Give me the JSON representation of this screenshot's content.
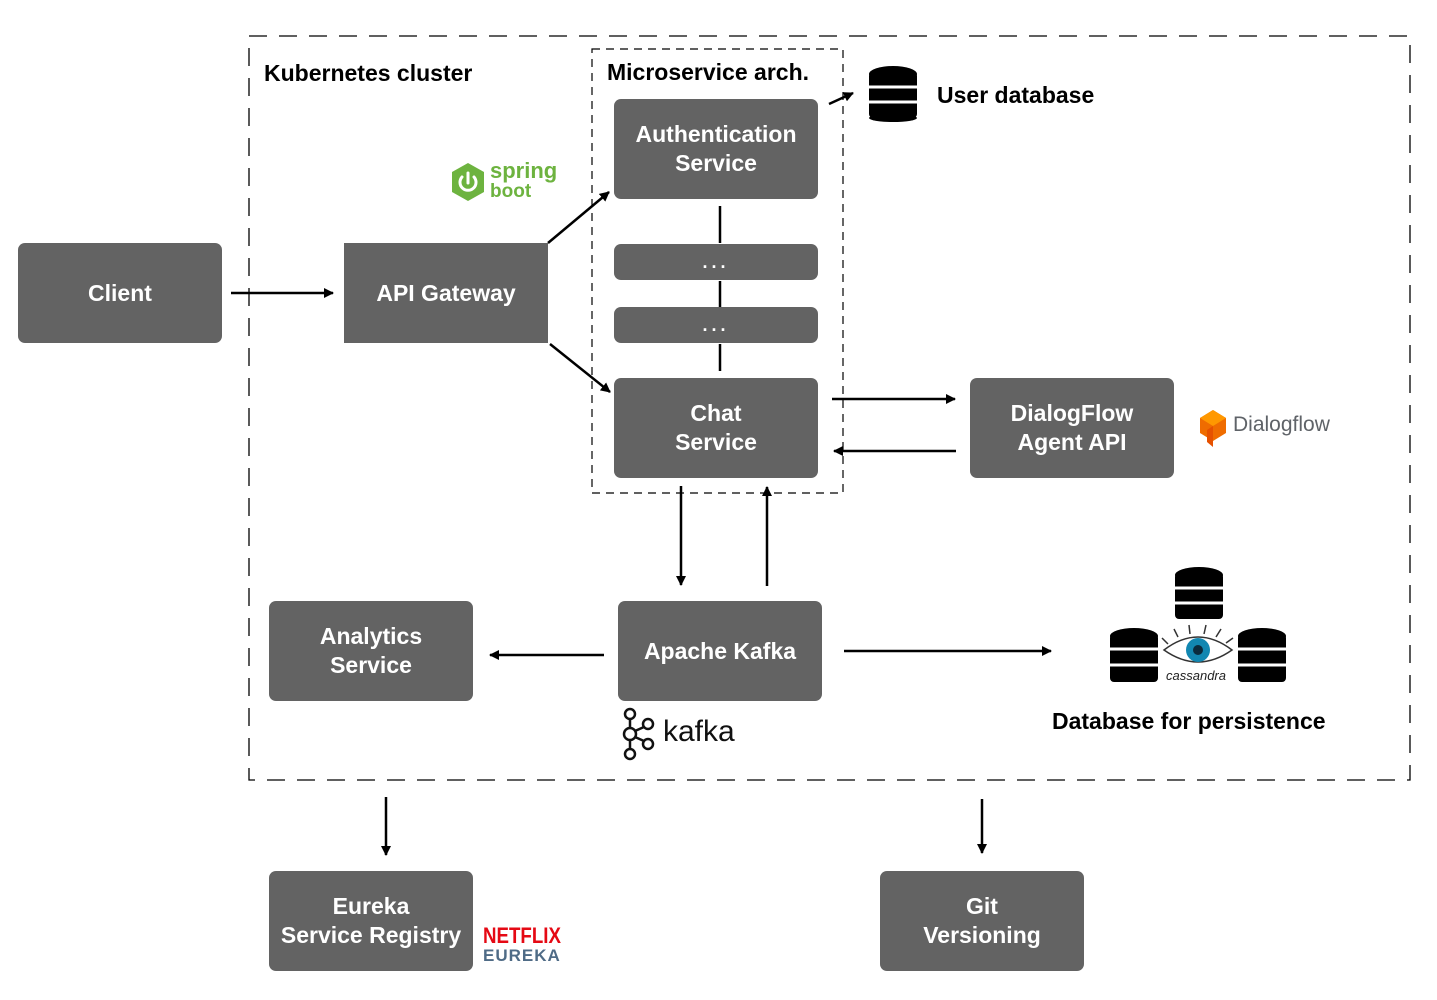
{
  "cluster": {
    "label": "Kubernetes cluster"
  },
  "microservice": {
    "label": "Microservice arch."
  },
  "nodes": {
    "client": "Client",
    "api_gateway": "API Gateway",
    "auth_service": "Authentication\nService",
    "dots1": "...",
    "dots2": "...",
    "chat_service": "Chat\nService",
    "dialogflow_api": "DialogFlow\nAgent API",
    "analytics_service": "Analytics\nService",
    "kafka": "Apache Kafka",
    "eureka": "Eureka\nService Registry",
    "git": "Git\nVersioning"
  },
  "labels": {
    "user_database": "User database",
    "persistence_db": "Database for persistence"
  },
  "logos": {
    "spring_top": "spring",
    "spring_bottom": "boot",
    "dialogflow": "Dialogflow",
    "kafka": "kafka",
    "cassandra": "cassandra",
    "netflix": "NETFLIX",
    "eureka": "EUREKA"
  },
  "colors": {
    "box": "#636363",
    "spring": "#6db33f",
    "dialogflow": "#ef6c00",
    "netflix": "#e50914",
    "eureka": "#4f6b86",
    "cassandra_eye": "#1287b1"
  },
  "edges": [
    {
      "from": "client",
      "to": "api_gateway"
    },
    {
      "from": "api_gateway",
      "to": "auth_service"
    },
    {
      "from": "api_gateway",
      "to": "chat_service"
    },
    {
      "from": "auth_service",
      "to": "user_database"
    },
    {
      "from": "chat_service",
      "to": "dialogflow_api"
    },
    {
      "from": "dialogflow_api",
      "to": "chat_service"
    },
    {
      "from": "chat_service",
      "to": "kafka"
    },
    {
      "from": "kafka",
      "to": "chat_service"
    },
    {
      "from": "kafka",
      "to": "analytics_service"
    },
    {
      "from": "kafka",
      "to": "persistence_db"
    },
    {
      "from": "cluster",
      "to": "eureka"
    },
    {
      "from": "cluster",
      "to": "git"
    }
  ]
}
